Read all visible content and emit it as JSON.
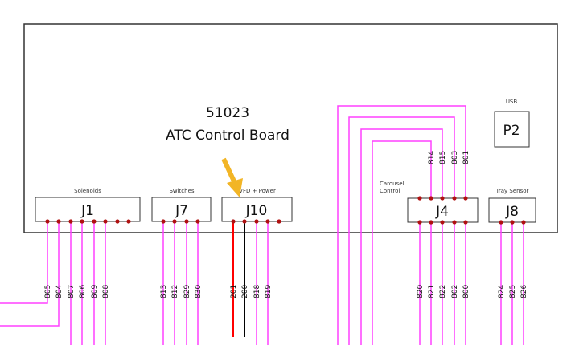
{
  "board": {
    "number": "51023",
    "name": "ATC Control Board"
  },
  "colors": {
    "wire": "#ff40ff",
    "pin": "#b01010",
    "red_wire": "#ff0000",
    "black_wire": "#000000",
    "arrow": "#f2b526"
  },
  "connectors": {
    "J1": {
      "name": "J1",
      "label": "Solenoids",
      "wires": [
        "805",
        "804",
        "807",
        "806",
        "809",
        "808"
      ]
    },
    "J7": {
      "name": "J7",
      "label": "Switches",
      "wires": [
        "813",
        "812",
        "829",
        "830"
      ]
    },
    "J10": {
      "name": "J10",
      "label": "VFD + Power",
      "wires": [
        "201",
        "200",
        "818",
        "819"
      ]
    },
    "J4": {
      "name": "J4",
      "label_line1": "Carousel",
      "label_line2": "Control",
      "top_wires": [
        "814",
        "815",
        "803",
        "801"
      ],
      "bottom_wires": [
        "820",
        "821",
        "822",
        "802",
        "800"
      ]
    },
    "J8": {
      "name": "J8",
      "label": "Tray Sensor",
      "wires": [
        "824",
        "825",
        "826"
      ]
    },
    "P2": {
      "name": "P2",
      "label": "USB"
    }
  }
}
